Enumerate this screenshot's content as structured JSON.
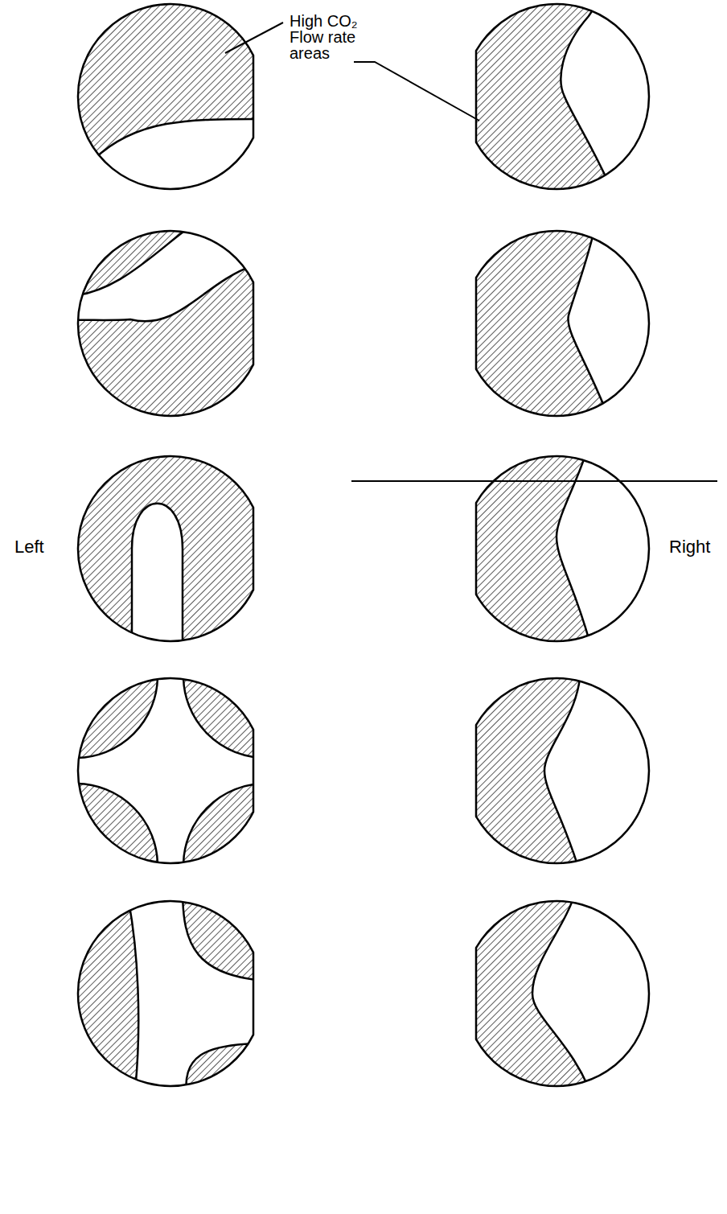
{
  "diagram": {
    "labels": [
      "High CO₂ Flow rate areas",
      "Left",
      "Right"
    ]
  }
}
